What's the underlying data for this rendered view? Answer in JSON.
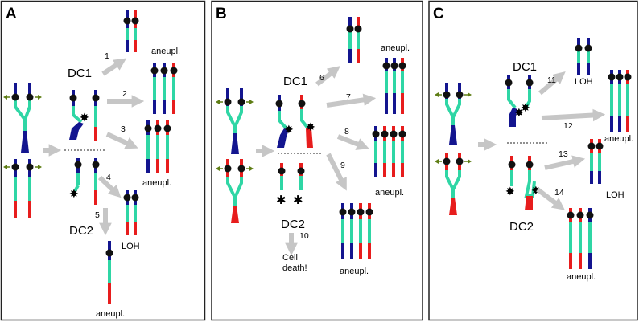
{
  "colors": {
    "blue": "#13158f",
    "red": "#e71d1d",
    "teal": "#2fd6a5",
    "centromere": "#111111",
    "arrow": "#c6c6c6",
    "break_star": "#f4a521",
    "death_star": "#d8202a",
    "spindle_arrow": "#5e7d14",
    "border": "#222222"
  },
  "panels": [
    {
      "letter": "A",
      "labels": {
        "dc1": "DC1",
        "dc2": "DC2",
        "aneupl_top": "aneupl.",
        "aneupl_mid": "aneupl.",
        "loh": "LOH",
        "aneupl_bottom": "aneupl."
      },
      "arrow_numbers": [
        "1",
        "2",
        "3",
        "4",
        "5"
      ]
    },
    {
      "letter": "B",
      "labels": {
        "dc1": "DC1",
        "dc2": "DC2",
        "aneupl_top": "aneupl.",
        "aneupl_mid": "aneupl.",
        "aneupl_bottom": "aneupl.",
        "death_line1": "Cell",
        "death_line2": "death!"
      },
      "arrow_numbers": [
        "6",
        "7",
        "8",
        "9",
        "10"
      ]
    },
    {
      "letter": "C",
      "labels": {
        "dc1": "DC1",
        "dc2": "DC2",
        "loh_top": "LOH",
        "aneupl_top": "aneupl.",
        "loh_mid": "LOH",
        "aneupl_bottom": "aneupl."
      },
      "arrow_numbers": [
        "11",
        "12",
        "13",
        "14"
      ]
    }
  ]
}
